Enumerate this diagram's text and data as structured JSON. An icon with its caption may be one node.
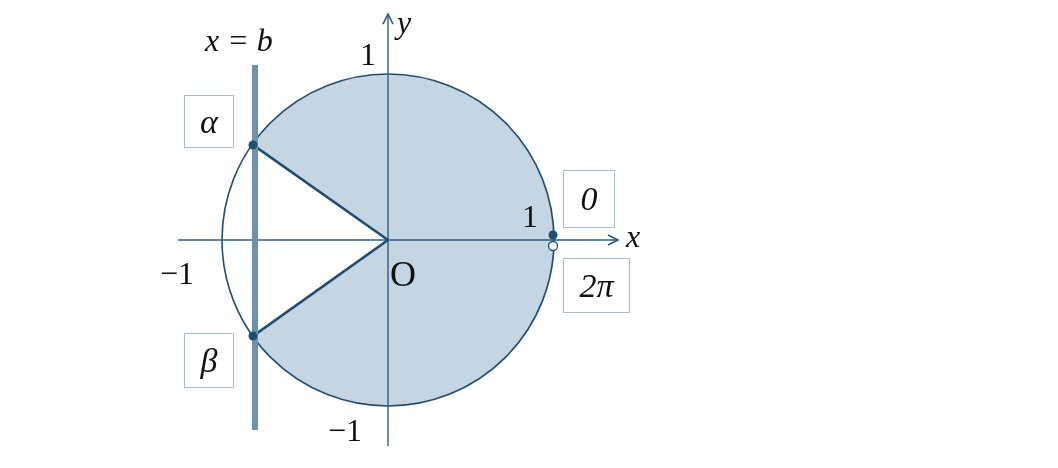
{
  "diagram": {
    "nodes": [
      {
        "text": [
          "α"
        ]
      },
      {
        "text": [
          "0"
        ]
      },
      {
        "text": [
          "2π"
        ]
      },
      {
        "text": [
          "β"
        ]
      }
    ],
    "labels": [
      "y",
      "x = b",
      "1",
      "1",
      "x",
      "−1",
      "O",
      "−1"
    ]
  }
}
